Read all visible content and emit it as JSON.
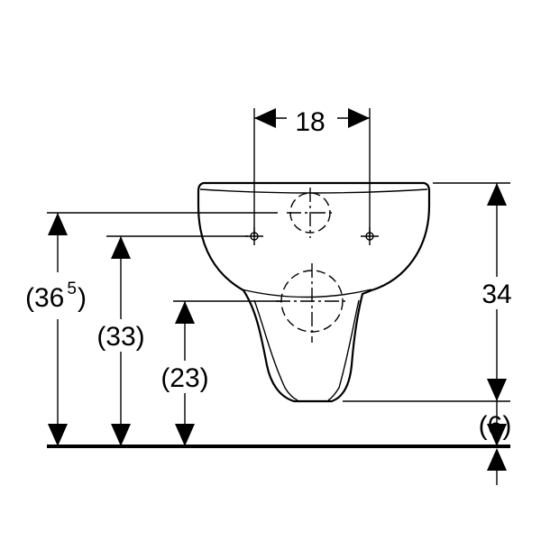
{
  "dimensions": {
    "hole_spacing": "18",
    "total_height": "34",
    "height_upper_hole_base": "(36",
    "height_upper_hole_sup": "5",
    "height_upper_hole_close": ")",
    "height_fixing_holes": "(33)",
    "height_waste_outlet": "(23)",
    "floor_clearance": "(6)"
  }
}
